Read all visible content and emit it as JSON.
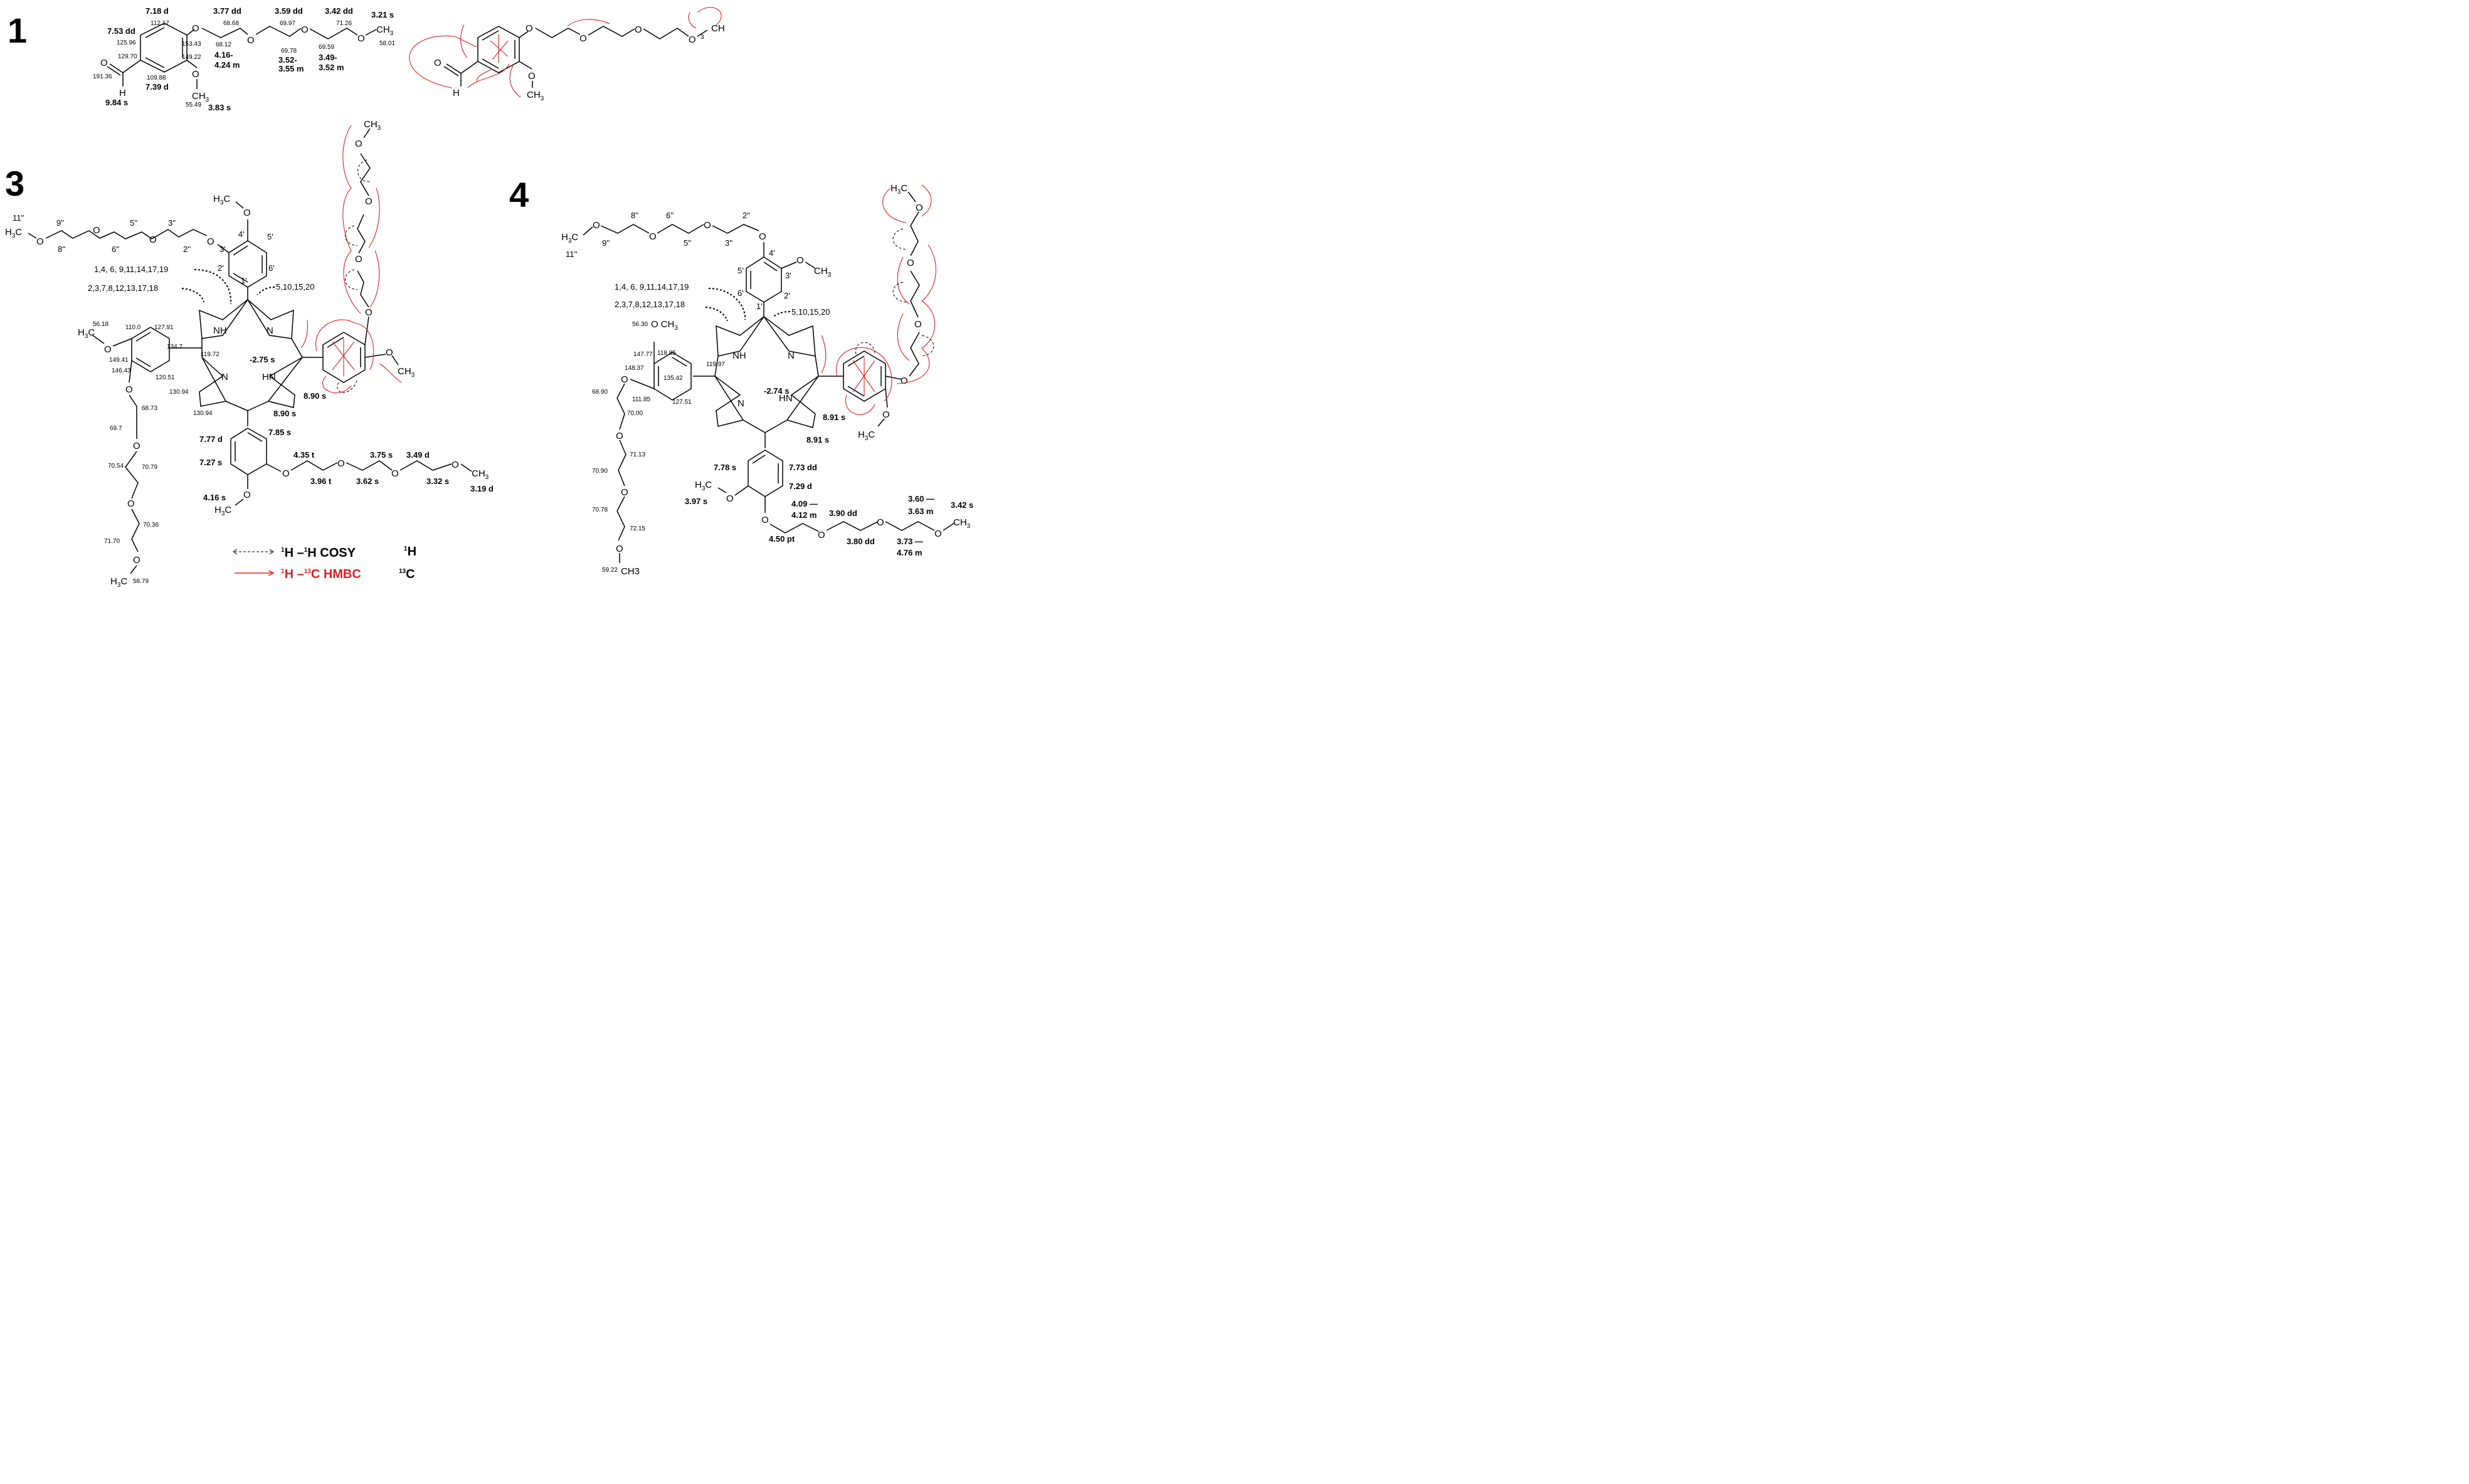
{
  "compounds": {
    "c1": {
      "label": "1"
    },
    "c3": {
      "label": "3"
    },
    "c4": {
      "label": "4"
    }
  },
  "atoms": {
    "O": "O",
    "H": "H",
    "CH3": "CH3",
    "H3C": "H3C",
    "CH": "CH",
    "NH": "NH",
    "HN": "HN",
    "N": "N"
  },
  "c1_labels": {
    "h_7_18": "7.18 d",
    "h_7_53": "7.53 dd",
    "h_3_77": "3.77 dd",
    "h_3_59": "3.59 dd",
    "h_3_42": "3.42 dd",
    "h_3_21": "3.21 s",
    "h_4_16a": "4.16-",
    "h_4_16b": "4.24 m",
    "h_3_52a": "3.52-",
    "h_3_52b": "3.55 m",
    "h_3_49a": "3.49-",
    "h_3_49b": "3.52 m",
    "h_7_39": "7.39 d",
    "h_9_84": "9.84 s",
    "h_3_83": "3.83 s",
    "c_112_17": "112.17",
    "c_125_96": "125.96",
    "c_129_70": "129.70",
    "c_191_36": "191.36",
    "c_153_43": "153.43",
    "c_149_22": "149.22",
    "c_109_88": "109.88",
    "c_55_49": "55.49",
    "c_68_68": "68.68",
    "c_68_12": "68.12",
    "c_69_97": "69.97",
    "c_69_78": "69.78",
    "c_71_26": "71.26",
    "c_69_59": "69.59",
    "c_58_01": "58.01",
    "sub3": "3"
  },
  "c3_labels": {
    "n11": "11''",
    "n9": "9''",
    "n8": "8''",
    "n5": "5''",
    "n6": "6''",
    "n3": "3''",
    "n2": "2''",
    "p4": "4'",
    "p3": "3'",
    "p5": "5'",
    "p2": "2'",
    "p6": "6'",
    "p1": "1'",
    "pos_a": "1,4, 6, 9,11,14,17,19",
    "pos_b": "2,3,7,8,12,13,17,18",
    "pos_c": "5,10,15,20",
    "c_56_18": "56.18",
    "c_110_0": "110.0",
    "c_127_91": "127.91",
    "c_134_7": "134.7",
    "c_149_41": "149.41",
    "c_146_43": "146.43",
    "c_120_51": "120.51",
    "c_119_72": "119.72",
    "c_130_94a": "130.94",
    "c_130_94b": "130.94",
    "c_68_73": "68.73",
    "c_69_7": "69.7",
    "c_70_54": "70.54",
    "c_70_79": "70.79",
    "c_70_36": "70.36",
    "c_71_70": "71.70",
    "c_58_79": "58.79",
    "h_m2_75": "-2.75 s",
    "h_8_90a": "8.90 s",
    "h_8_90b": "8.90 s",
    "h_7_85": "7.85 s",
    "h_7_77": "7.77 d",
    "h_7_27": "7.27 s",
    "h_4_16": "4.16 s",
    "h_4_35": "4.35 t",
    "h_3_96": "3.96 t",
    "h_3_75": "3.75 s",
    "h_3_62": "3.62 s",
    "h_3_49": "3.49 d",
    "h_3_32": "3.32 s",
    "h_3_19": "3.19 d"
  },
  "c4_labels": {
    "n8": "8''",
    "n6": "6''",
    "n2": "2''",
    "n9": "9''",
    "n5": "5''",
    "n3": "3''",
    "n11": "11''",
    "p4": "4'",
    "p3": "3'",
    "p5": "5'",
    "p6": "6'",
    "p2": "2'",
    "p1": "1'",
    "pos_a": "1,4, 6, 9,11,14,17,19",
    "pos_b": "2,3,7,8,12,13,17,18",
    "pos_c": "5,10,15,20",
    "c_56_30": "56.30",
    "c_147_77": "147.77",
    "c_118_85": "118.85",
    "c_148_37": "148.37",
    "c_135_42": "135.42",
    "c_119_97": "119.97",
    "c_111_85": "111.85",
    "c_127_51": "127.51",
    "c_68_90": "68.90",
    "c_70_00": "70.00",
    "c_71_13": "71.13",
    "c_70_90": "70.90",
    "c_70_78": "70.78",
    "c_72_15": "72.15",
    "c_59_22": "59.22",
    "h_m2_74": "-2.74 s",
    "h_8_91a": "8.91 s",
    "h_8_91b": "8.91 s",
    "h_7_78": "7.78 s",
    "h_7_73": "7.73 dd",
    "h_7_29": "7.29 d",
    "h_3_97": "3.97 s",
    "h_4_09a": "4.09 —",
    "h_4_09b": "4.12 m",
    "h_3_90": "3.90 dd",
    "h_3_60a": "3.60 —",
    "h_3_60b": "3.63 m",
    "h_3_42": "3.42 s",
    "h_4_50": "4.50 pt",
    "h_3_80": "3.80 dd",
    "h_3_73a": "3.73 —",
    "h_3_73b": "4.76 m"
  },
  "legend": {
    "cosy_sup1": "1",
    "cosy_h1": "H –",
    "cosy_sup2": "1",
    "cosy_h2": "H COSY",
    "hmbc_sup1": "1",
    "hmbc_h1": "H –",
    "hmbc_sup2": "13",
    "hmbc_c": "C HMBC",
    "h_sup": "1",
    "h_lbl": "H",
    "c_sup": "13",
    "c_lbl": "C"
  }
}
